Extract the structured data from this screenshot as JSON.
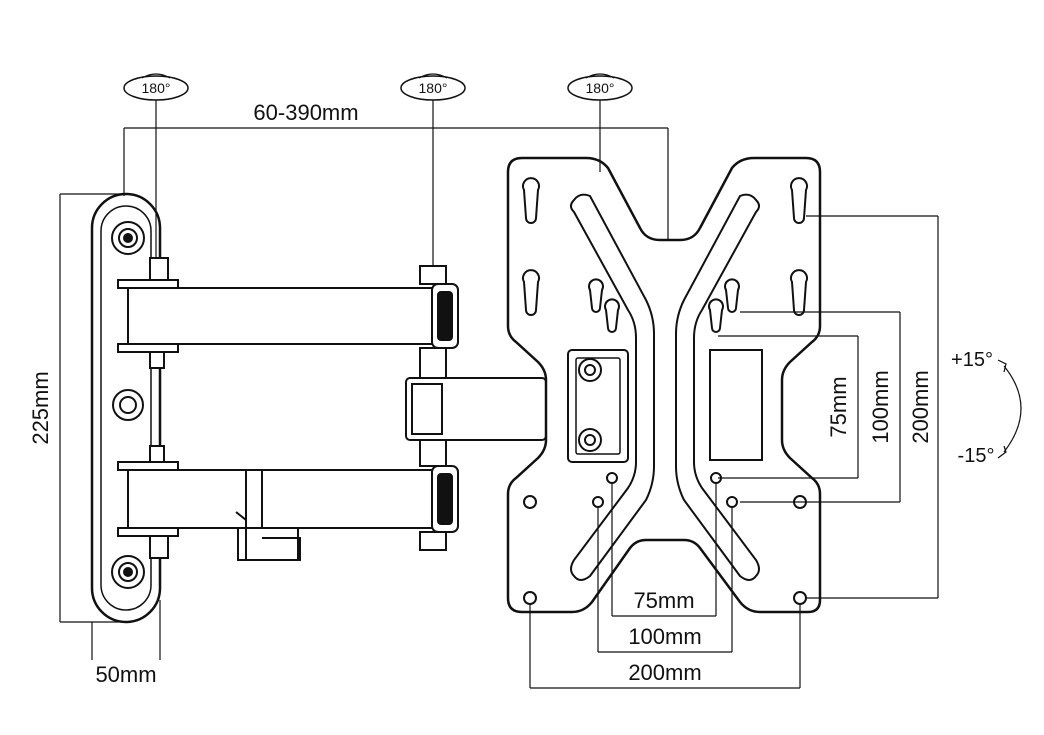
{
  "rotation_badges": [
    "180°",
    "180°",
    "180°"
  ],
  "dimensions": {
    "arm_extension": "60-390mm",
    "wall_plate_height": "225mm",
    "wall_plate_width": "50mm",
    "vesa_h_75": "75mm",
    "vesa_h_100": "100mm",
    "vesa_h_200": "200mm",
    "vesa_v_75": "75mm",
    "vesa_v_100": "100mm",
    "vesa_v_200": "200mm"
  },
  "tilt": {
    "up": "+15°",
    "down": "-15°"
  }
}
